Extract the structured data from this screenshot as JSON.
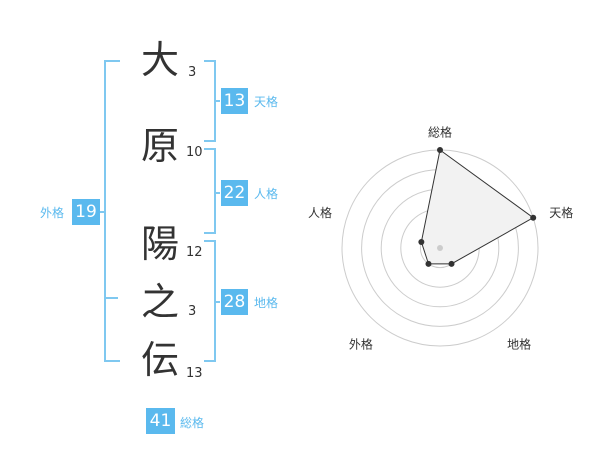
{
  "name": {
    "characters": [
      {
        "char": "大",
        "strokes": "3"
      },
      {
        "char": "原",
        "strokes": "10"
      },
      {
        "char": "陽",
        "strokes": "12"
      },
      {
        "char": "之",
        "strokes": "3"
      },
      {
        "char": "伝",
        "strokes": "13"
      }
    ]
  },
  "kaku": {
    "tenkaku": {
      "value": "13",
      "label": "天格"
    },
    "jinkaku": {
      "value": "22",
      "label": "人格"
    },
    "chikaku": {
      "value": "28",
      "label": "地格"
    },
    "gaikaku": {
      "value": "19",
      "label": "外格"
    },
    "soukaku": {
      "value": "41",
      "label": "総格"
    }
  },
  "chart_data": {
    "type": "radar",
    "axes": [
      "総格",
      "天格",
      "地格",
      "外格",
      "人格"
    ],
    "values": [
      5,
      5,
      1,
      1,
      1
    ],
    "scale_max": 5,
    "rings": 5,
    "colors": {
      "fill": "#f2f2f2",
      "stroke": "#333333",
      "grid": "#cccccc",
      "point": "#333333",
      "center": "#cccccc"
    }
  },
  "colors": {
    "accent": "#5ab9ee",
    "bracket": "#7fc8f0",
    "text": "#333333"
  }
}
